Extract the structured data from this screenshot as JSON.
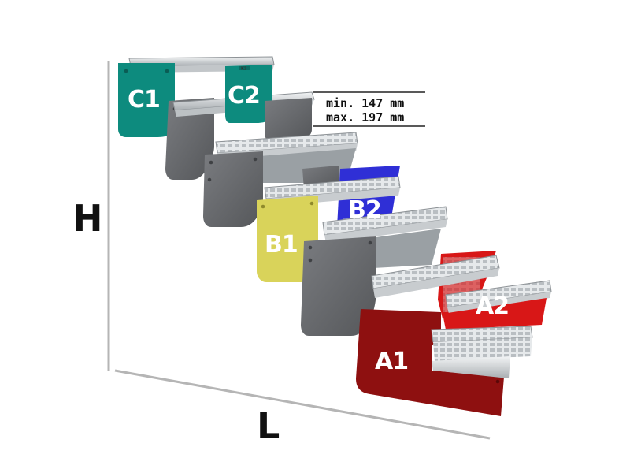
{
  "dimensions": {
    "height_label": "H",
    "length_label": "L"
  },
  "riser_range": {
    "min_line": "min. 147 mm",
    "max_line": "max. 197 mm"
  },
  "segments": {
    "c1": {
      "label": "C1",
      "color": "#0d8b7e"
    },
    "c2": {
      "label": "C2",
      "color": "#0d8b7e"
    },
    "b1": {
      "label": "B1",
      "color": "#d9d35a"
    },
    "b2": {
      "label": "B2",
      "color": "#2f2fd6"
    },
    "a1": {
      "label": "A1",
      "color": "#8e1010"
    },
    "a2": {
      "label": "A2",
      "color": "#d81717"
    }
  },
  "part_marks": {
    "c2_top": "K2"
  },
  "colors": {
    "grating": "#d6dadd",
    "side_plate": "#6b6d70",
    "axis": "#b5b5b5"
  }
}
